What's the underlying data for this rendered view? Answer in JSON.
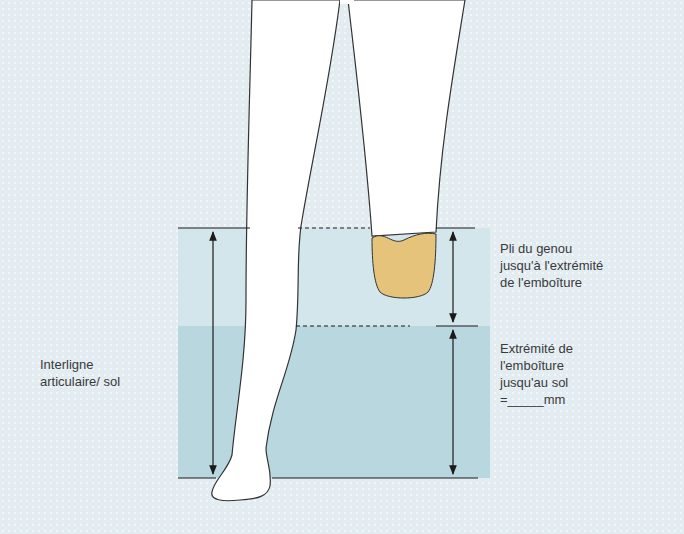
{
  "diagram": {
    "labels": [
      "Interligne articulaire/ sol",
      "Pli du genou jusqu'à l'extrémité de l'emboîture",
      "Extrémité de l'emboîture jusqu'au sol =_____mm"
    ]
  }
}
